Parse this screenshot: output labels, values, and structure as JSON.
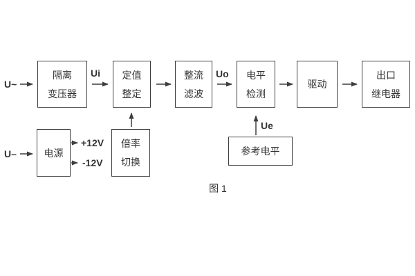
{
  "figure": {
    "caption": "图 1",
    "labels": {
      "u_ac": "U~",
      "u_dc": "U–",
      "ui": "Ui",
      "uo": "Uo",
      "ue": "Ue",
      "plus_12v": "+12V",
      "minus_12v": "-12V"
    },
    "blocks": {
      "isolation_transformer": {
        "lines": [
          "隔离",
          "变压器"
        ]
      },
      "value_setting": {
        "lines": [
          "定值",
          "整定"
        ]
      },
      "rectifier_filter": {
        "lines": [
          "整流",
          "滤波"
        ]
      },
      "level_detection": {
        "lines": [
          "电平",
          "检测"
        ]
      },
      "drive": {
        "lines": [
          "驱动"
        ]
      },
      "output_relay": {
        "lines": [
          "出口",
          "继电器"
        ]
      },
      "power_supply": {
        "lines": [
          "电源"
        ]
      },
      "ratio_switch": {
        "lines": [
          "倍率",
          "切换"
        ]
      },
      "reference_level": {
        "lines": [
          "参考电平"
        ]
      }
    },
    "colors": {
      "line": "#3d3d3d",
      "text": "#333333",
      "background": "#ffffff"
    }
  }
}
